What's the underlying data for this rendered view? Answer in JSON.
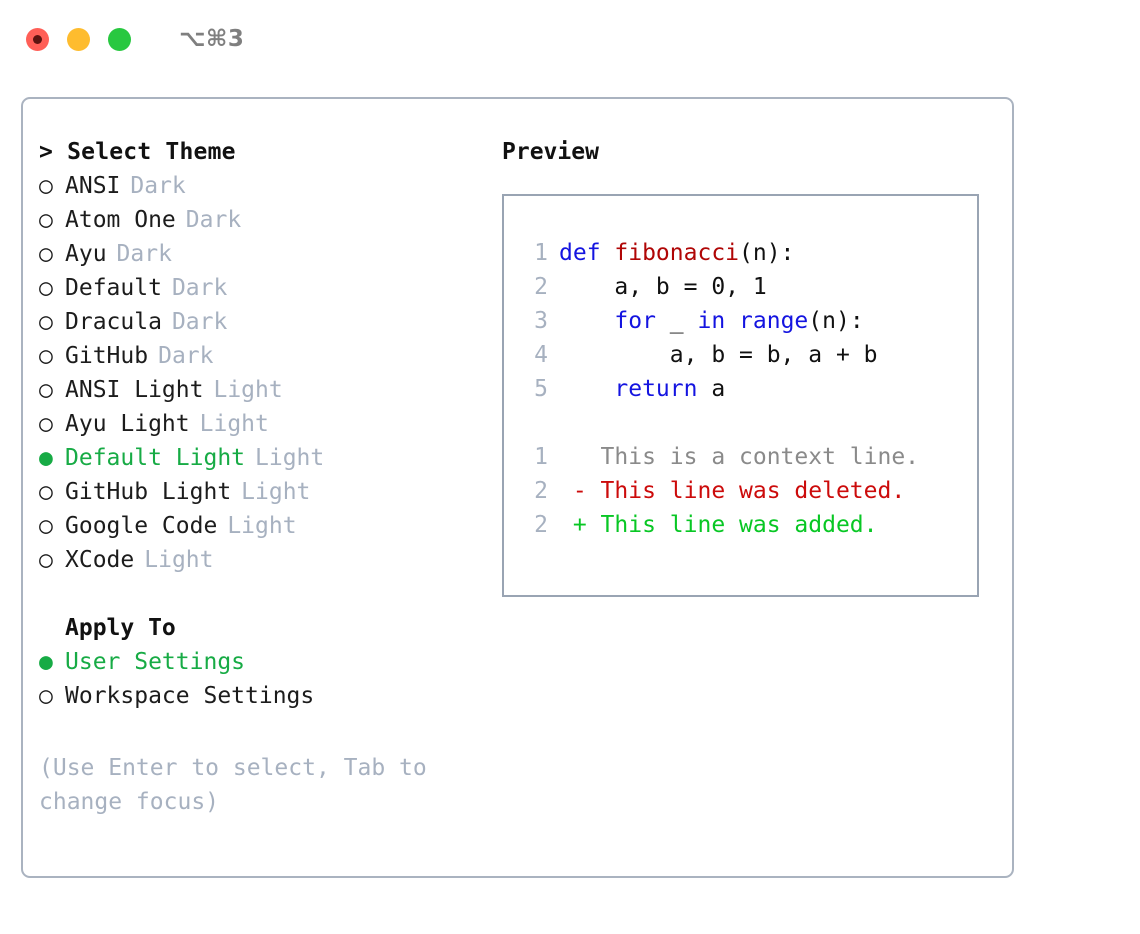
{
  "titlebar": {
    "shortcut": "⌥⌘3",
    "buttons": [
      {
        "name": "close",
        "color": "#ff5f57"
      },
      {
        "name": "minimize",
        "color": "#febc2e"
      },
      {
        "name": "maximize",
        "color": "#28c840"
      }
    ]
  },
  "colors": {
    "selected_green": "#17ab45",
    "badge_gray": "#a7b1c0",
    "border": "#aab3c0",
    "preview_border": "#99a4b3",
    "keyword_blue": "#1414e0",
    "function_red": "#b00606",
    "diff_delete_red": "#cc0b0b",
    "diff_add_green": "#08c724",
    "diff_context_gray": "#8a8a8a"
  },
  "theme_picker": {
    "heading": "> Select Theme",
    "marker_selected": "●",
    "marker_unselected": "○",
    "items": [
      {
        "label": "ANSI",
        "badge": "Dark",
        "selected": false
      },
      {
        "label": "Atom One",
        "badge": "Dark",
        "selected": false
      },
      {
        "label": "Ayu",
        "badge": "Dark",
        "selected": false
      },
      {
        "label": "Default",
        "badge": "Dark",
        "selected": false
      },
      {
        "label": "Dracula",
        "badge": "Dark",
        "selected": false
      },
      {
        "label": "GitHub",
        "badge": "Dark",
        "selected": false
      },
      {
        "label": "ANSI Light",
        "badge": "Light",
        "selected": false
      },
      {
        "label": "Ayu Light",
        "badge": "Light",
        "selected": false
      },
      {
        "label": "Default Light",
        "badge": "Light",
        "selected": true
      },
      {
        "label": "GitHub Light",
        "badge": "Light",
        "selected": false
      },
      {
        "label": "Google Code",
        "badge": "Light",
        "selected": false
      },
      {
        "label": "XCode",
        "badge": "Light",
        "selected": false
      }
    ]
  },
  "apply_to": {
    "heading": "Apply To",
    "items": [
      {
        "label": "User Settings",
        "selected": true
      },
      {
        "label": "Workspace Settings",
        "selected": false
      }
    ]
  },
  "hint": "(Use Enter to select, Tab to change focus)",
  "preview": {
    "title": "Preview",
    "code_lines": [
      {
        "number": "1",
        "tokens": [
          {
            "text": "def ",
            "kind": "kw"
          },
          {
            "text": "fibonacci",
            "kind": "fn"
          },
          {
            "text": "(n):",
            "kind": "plain"
          }
        ]
      },
      {
        "number": "2",
        "tokens": [
          {
            "text": "    a, b = 0, 1",
            "kind": "plain"
          }
        ]
      },
      {
        "number": "3",
        "tokens": [
          {
            "text": "    ",
            "kind": "plain"
          },
          {
            "text": "for",
            "kind": "kw"
          },
          {
            "text": " _ ",
            "kind": "plain"
          },
          {
            "text": "in",
            "kind": "kw"
          },
          {
            "text": " ",
            "kind": "plain"
          },
          {
            "text": "range",
            "kind": "kw"
          },
          {
            "text": "(n):",
            "kind": "plain"
          }
        ]
      },
      {
        "number": "4",
        "tokens": [
          {
            "text": "        a, b = b, a + b",
            "kind": "plain"
          }
        ]
      },
      {
        "number": "5",
        "tokens": [
          {
            "text": "    ",
            "kind": "plain"
          },
          {
            "text": "return",
            "kind": "kw"
          },
          {
            "text": " a",
            "kind": "plain"
          }
        ]
      }
    ],
    "diff_lines": [
      {
        "number": "1",
        "sign": " ",
        "text": "This is a context line.",
        "kind": "ctx"
      },
      {
        "number": "2",
        "sign": "-",
        "text": "This line was deleted.",
        "kind": "del"
      },
      {
        "number": "2",
        "sign": "+",
        "text": "This line was added.",
        "kind": "add"
      }
    ]
  }
}
